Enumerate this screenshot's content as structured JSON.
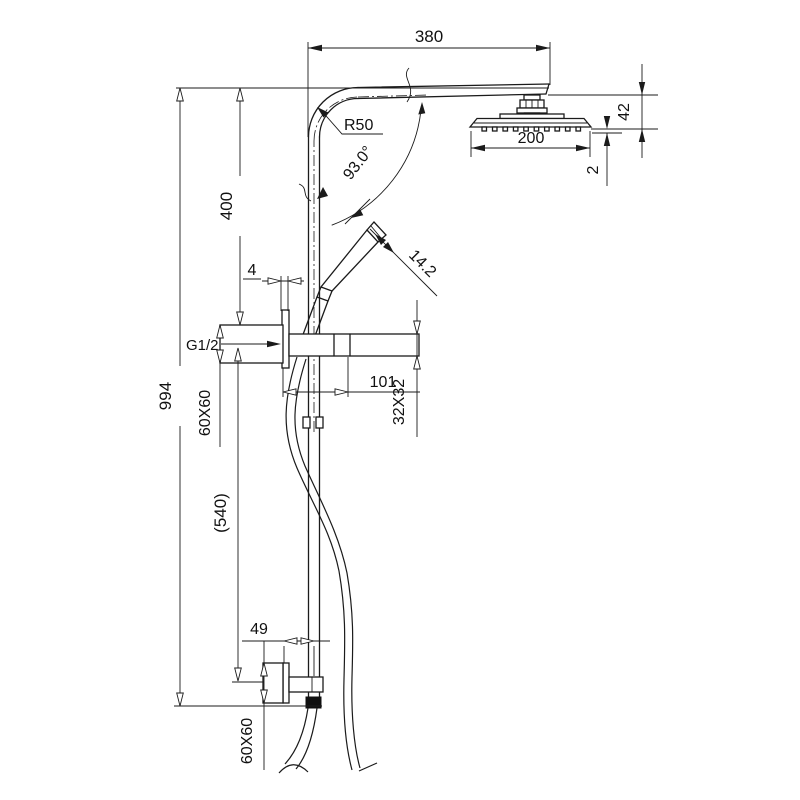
{
  "dimensions": {
    "arm_length": "380",
    "bend_radius": "R50",
    "arm_angle": "93.0°",
    "upper_section_height": "400",
    "head_drop": "42",
    "head_width": "200",
    "head_edge_thickness": "2",
    "bracket_plate_offset": "4",
    "inlet_thread": "G1/2",
    "mid_bracket_profile": "60X60",
    "arm_projection": "101",
    "arm_profile": "32X32",
    "total_height": "994",
    "lower_section_height": "(540)",
    "hand_shower_width": "14.2",
    "bottom_bracket_offset": "49",
    "bottom_bracket_profile": "60X60"
  }
}
